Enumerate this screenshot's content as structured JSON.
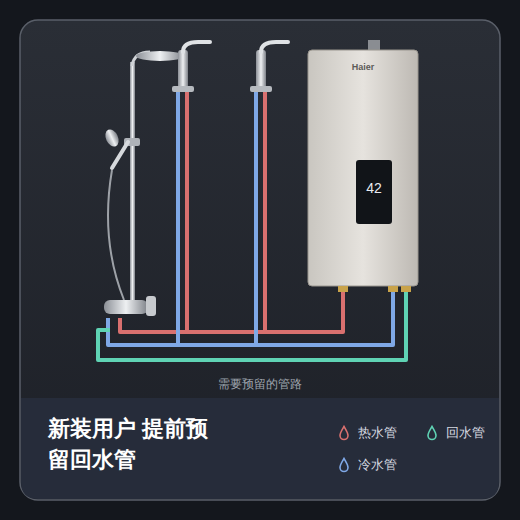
{
  "diagram": {
    "title": "新装用户 提前预留回水管",
    "labels": [
      "需要预留的管路",
      "Haier",
      "42"
    ],
    "legend": [
      {
        "text": "热水管",
        "color": "#d9706f"
      },
      {
        "text": "回水管",
        "color": "#5fd3b4"
      },
      {
        "text": "冷水管",
        "color": "#7fa8e6"
      }
    ]
  }
}
